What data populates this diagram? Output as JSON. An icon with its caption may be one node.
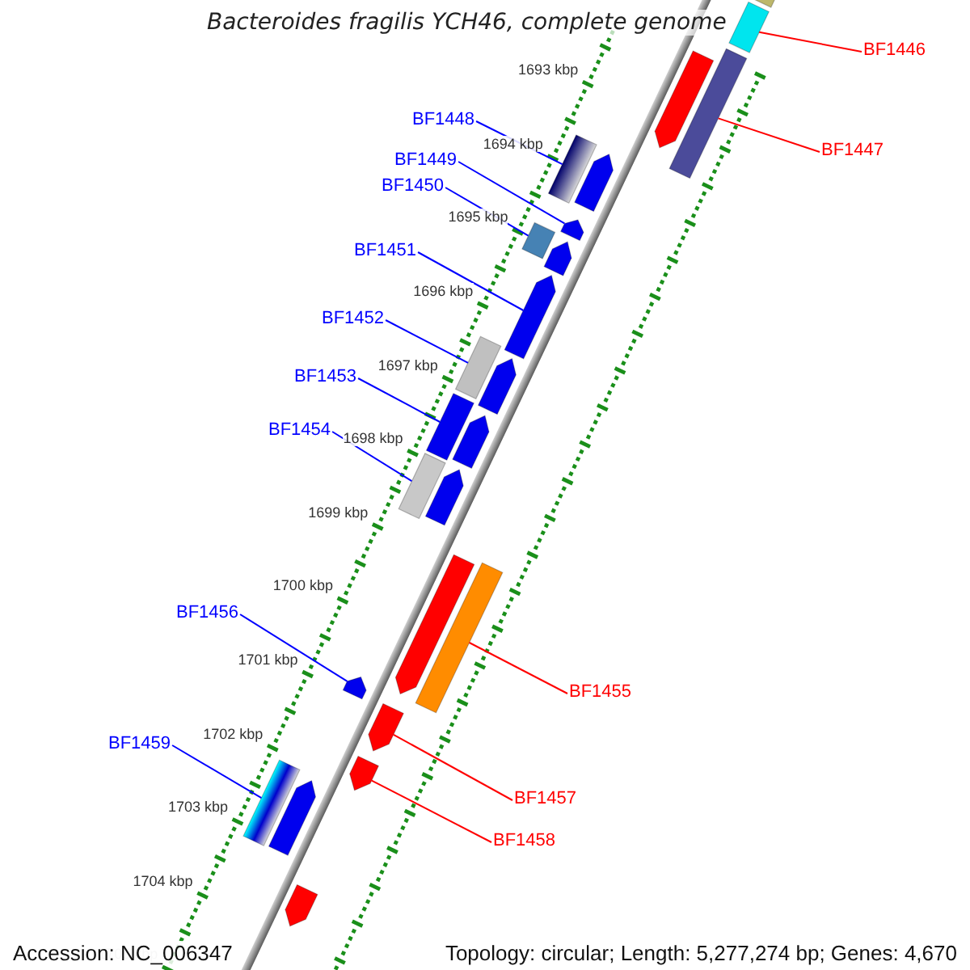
{
  "diagram": {
    "title": "Bacteroides fragilis YCH46, complete genome",
    "nodes": [
      {
        "text": [
          "BF1446"
        ]
      },
      {
        "text": [],
        "shape": "bar"
      },
      {
        "text": [
          "BF1447"
        ]
      },
      {
        "text": [],
        "shape": "bar"
      },
      {
        "text": [
          "BF1448"
        ]
      },
      {
        "text": [],
        "shape": "bar"
      },
      {
        "text": [
          "BF1449"
        ]
      },
      {
        "text": [],
        "shape": "arrow"
      },
      {
        "text": [
          "BF1450"
        ]
      },
      {
        "text": [],
        "shape": "bar"
      },
      {
        "text": [
          "BF1451"
        ]
      },
      {
        "text": [],
        "shape": "arrow"
      },
      {
        "text": [
          "BF1452"
        ]
      },
      {
        "text": [],
        "shape": "bar"
      },
      {
        "text": [
          "BF1453"
        ]
      },
      {
        "text": [],
        "shape": "bar"
      },
      {
        "text": [
          "BF1454"
        ]
      },
      {
        "text": [],
        "shape": "bar"
      },
      {
        "text": [
          "BF1456"
        ]
      },
      {
        "text": [],
        "shape": "arrow"
      },
      {
        "text": [
          "BF1455"
        ]
      },
      {
        "text": [],
        "shape": "bar"
      },
      {
        "text": [
          "BF1459"
        ]
      },
      {
        "text": [],
        "shape": "bar"
      },
      {
        "text": [
          "BF1457"
        ]
      },
      {
        "text": [],
        "shape": "arrow"
      },
      {
        "text": [
          "BF1458"
        ]
      },
      {
        "text": [],
        "shape": "arrow"
      },
      {
        "text": [],
        "shape": "arrow"
      },
      {
        "text": [],
        "shape": "bar"
      },
      {
        "text": [],
        "shape": "arrow"
      },
      {
        "text": [],
        "shape": "arrow"
      },
      {
        "text": [],
        "shape": "arrow"
      },
      {
        "text": [],
        "shape": "arrow"
      },
      {
        "text": [],
        "shape": "arrow"
      },
      {
        "text": [],
        "shape": "arrow"
      },
      {
        "text": [],
        "shape": "arrow"
      },
      {
        "text": [],
        "shape": "arrow"
      }
    ],
    "edges": [
      {
        "from": 0,
        "to": 1,
        "arrow": "none",
        "color": "#ff0000"
      },
      {
        "from": 2,
        "to": 3,
        "arrow": "none",
        "color": "#ff0000"
      },
      {
        "from": 4,
        "to": 5,
        "arrow": "none"
      },
      {
        "from": 6,
        "to": 7,
        "arrow": "none"
      },
      {
        "from": 8,
        "to": 9,
        "arrow": "none"
      },
      {
        "from": 10,
        "to": 11,
        "arrow": "none"
      },
      {
        "from": 12,
        "to": 13,
        "arrow": "none"
      },
      {
        "from": 14,
        "to": 15,
        "arrow": "none"
      },
      {
        "from": 16,
        "to": 17,
        "arrow": "none"
      },
      {
        "from": 18,
        "to": 19,
        "arrow": "none"
      },
      {
        "from": 20,
        "to": 21,
        "arrow": "none",
        "color": "#ff0000"
      },
      {
        "from": 22,
        "to": 23,
        "arrow": "none"
      },
      {
        "from": 24,
        "to": 25,
        "arrow": "none",
        "color": "#ff0000"
      },
      {
        "from": 26,
        "to": 27,
        "arrow": "none",
        "color": "#ff0000"
      }
    ],
    "labels": [
      "1693 kbp",
      "1694 kbp",
      "1695 kbp",
      "1696 kbp",
      "1697 kbp",
      "1698 kbp",
      "1699 kbp",
      "1700 kbp",
      "1701 kbp",
      "1702 kbp",
      "1703 kbp",
      "1704 kbp",
      "1705 kbp",
      "Accession: NC_006347",
      "Topology: circular; Length: 5,277,274 bp; Genes: 4,670"
    ]
  }
}
